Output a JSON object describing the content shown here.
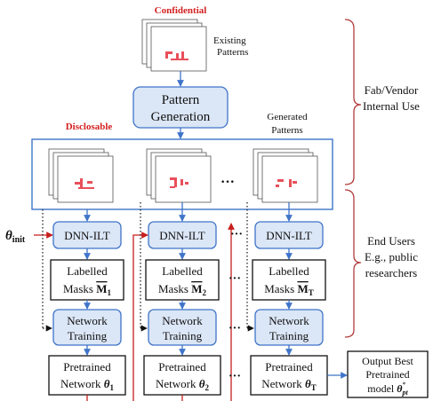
{
  "labels": {
    "confidential": "Confidential",
    "existing_1": "Existing",
    "existing_2": "Patterns",
    "pattern_gen_1": "Pattern",
    "pattern_gen_2": "Generation",
    "disclosable": "Disclosable",
    "generated_1": "Generated",
    "generated_2": "Patterns",
    "fab_1": "Fab/Vendor",
    "fab_2": "Internal Use",
    "theta_init": "θ",
    "theta_init_sub": "init",
    "end_1": "End Users",
    "end_2": "E.g., public",
    "end_3": "researchers",
    "ellipsis": "···",
    "output_1": "Output Best",
    "output_2": "Pretrained",
    "output_3": "model",
    "output_theta": "θ",
    "output_sup": "*",
    "output_sub": "pt"
  },
  "columns": [
    {
      "ilt": "DNN-ILT",
      "masks_1": "Labelled",
      "masks_2": "Masks",
      "mask_symbol": "M",
      "mask_sub": "1",
      "train_1": "Network",
      "train_2": "Training",
      "pre_1": "Pretrained",
      "pre_2": "Network",
      "theta": "θ",
      "theta_sub": "1"
    },
    {
      "ilt": "DNN-ILT",
      "masks_1": "Labelled",
      "masks_2": "Masks",
      "mask_symbol": "M",
      "mask_sub": "2",
      "train_1": "Network",
      "train_2": "Training",
      "pre_1": "Pretrained",
      "pre_2": "Network",
      "theta": "θ",
      "theta_sub": "2"
    },
    {
      "ilt": "DNN-ILT",
      "masks_1": "Labelled",
      "masks_2": "Masks",
      "mask_symbol": "M",
      "mask_sub": "T",
      "train_1": "Network",
      "train_2": "Training",
      "pre_1": "Pretrained",
      "pre_2": "Network",
      "theta": "θ",
      "theta_sub": "T"
    }
  ],
  "colors": {
    "accent_blue": "#3f74c9",
    "box_fill": "#dbe6f6",
    "red": "#d42020",
    "brace": "#b23b3b"
  }
}
